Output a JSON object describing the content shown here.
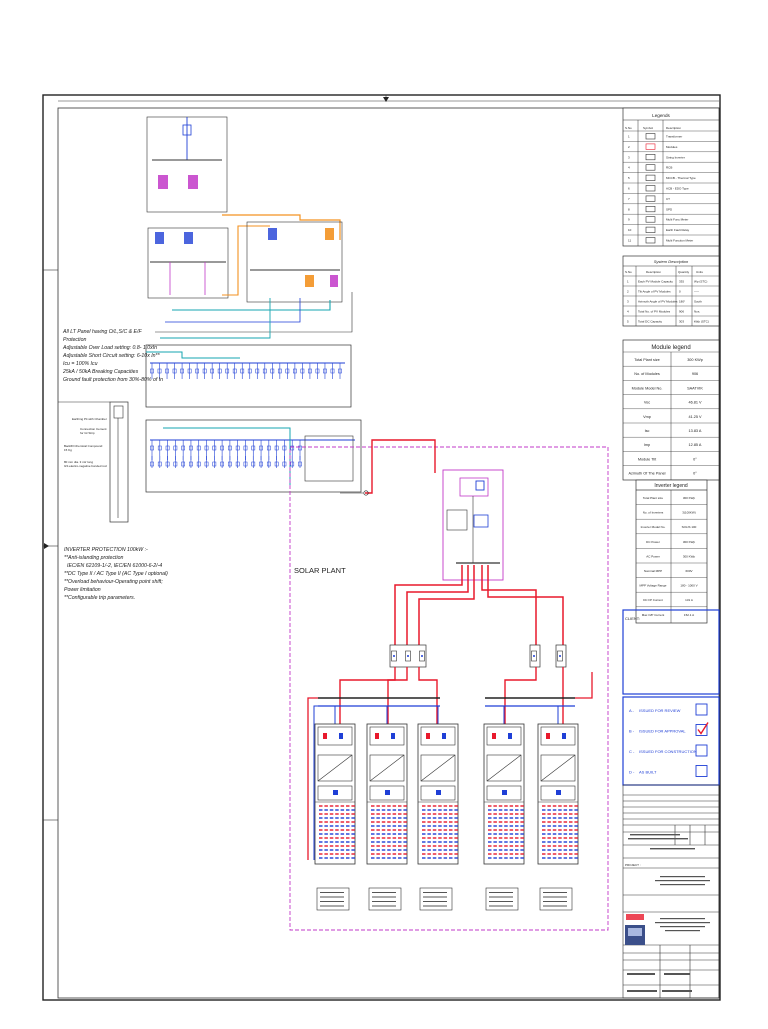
{
  "title": "SOLAR PLANT",
  "notes": {
    "lt_panel": [
      "All LT Panel having O/L,S/C & E/F",
      "Protection",
      "Adjustable Over Load setting: 0.8- 1.0xIn",
      "Adjustable Short Circuit setting: 6-10x In**",
      "Icu = 100% Icu",
      "25kA / 50kA Breaking Capacities",
      "Ground fault protection from 30%-80% of In"
    ],
    "inverter_protection": [
      "INVERTER PROTECTION 100kW :-",
      "**Anti-islanding protection",
      "IEC/EN 62109-1/-2, IEC/EN 61000-6-2/-4",
      "**DC Type II / AC Type II (AC Type I optional)",
      "**Overload behaviour-Operating point shift;",
      "Power limitation",
      "**Configurable trip parameters."
    ],
    "earthing": [
      "Earthing Pit with Chamber",
      "Connection Cement",
      "for GI Strip",
      "Backfill Chemical Compound",
      "15 Kg",
      "80 mm dia. 3 mtr long",
      "GS electro-negative bonded rod"
    ]
  },
  "legends": {
    "heading": "Legends",
    "columns": [
      "S.No",
      "Symbol",
      "Description"
    ],
    "rows": [
      [
        "1",
        "Transformer"
      ],
      [
        "2",
        "Modules"
      ],
      [
        "3",
        "String Inverter"
      ],
      [
        "4",
        "RCB"
      ],
      [
        "5",
        "MCCB - Thermal Type"
      ],
      [
        "6",
        "ACB - EDO Type"
      ],
      [
        "7",
        "CT"
      ],
      [
        "8",
        "SPD"
      ],
      [
        "9",
        "Multi Func Meter"
      ],
      [
        "10",
        "Earth Fault Relay"
      ],
      [
        "11",
        "Multi Function Meter"
      ]
    ]
  },
  "system_description": {
    "heading": "System Description",
    "columns": [
      "S.No",
      "Description",
      "Quantity",
      "Units"
    ],
    "rows": [
      [
        "1",
        "Each PV Module Capacity",
        "335",
        "Wp (STC)"
      ],
      [
        "2",
        "Tilt Angle of PV Modules",
        "0",
        "-----"
      ],
      [
        "3",
        "Azimuth Angle of PV Modules",
        "180°",
        "South"
      ],
      [
        "4",
        "Total No. of PV Modules",
        "906",
        "Nos."
      ],
      [
        "5",
        "Total DC Capacity",
        "303",
        "kWp (STC)"
      ]
    ]
  },
  "module_legend": {
    "heading": "Module legend",
    "rows": [
      [
        "Total Plant size",
        "300 KWp"
      ],
      [
        "No. of Modules",
        "906"
      ],
      [
        "Module Model No.",
        "SAATVIK"
      ],
      [
        "Voc",
        "46.81 V"
      ],
      [
        "Vmp",
        "41.25 V"
      ],
      [
        "Isc",
        "13.83 A"
      ],
      [
        "Imp",
        "12.85 A"
      ],
      [
        "Module Tilt",
        "0°"
      ],
      [
        "Azimuth Of The Panel",
        "0°"
      ]
    ]
  },
  "inverter_legend": {
    "heading": "Inverter legend",
    "rows": [
      [
        "Total Plant size",
        "300 KWp"
      ],
      [
        "No. of Inverters",
        "3(100KW)"
      ],
      [
        "Inverter Model No.",
        "SOLIS 100"
      ],
      [
        "DC Power",
        "300 KWp"
      ],
      [
        "AC Power",
        "300 KWp"
      ],
      [
        "Nominal MPP",
        "600V"
      ],
      [
        "MPP Voltage Range",
        "180 - 1000 V"
      ],
      [
        "DC I/P Current",
        "131 A"
      ],
      [
        "Max O/P Current",
        "152.1 A"
      ]
    ]
  },
  "client_label": "CLIENT:",
  "status": [
    {
      "code": "A",
      "label": "ISSUED FOR REVIEW",
      "checked": false
    },
    {
      "code": "B",
      "label": "ISSUED FOR APPROVAL",
      "checked": true
    },
    {
      "code": "C",
      "label": "ISSUED FOR CONSTRUCTION",
      "checked": false
    },
    {
      "code": "D",
      "label": "AS BUILT",
      "checked": false
    }
  ],
  "project_label": "PROJECT :",
  "colors": {
    "ac": "#e8192c",
    "dc": "#1f3fd6",
    "orange": "#f39221",
    "magenta": "#c238c8",
    "teal": "#16a6b0",
    "status": "#1f3fd6"
  }
}
